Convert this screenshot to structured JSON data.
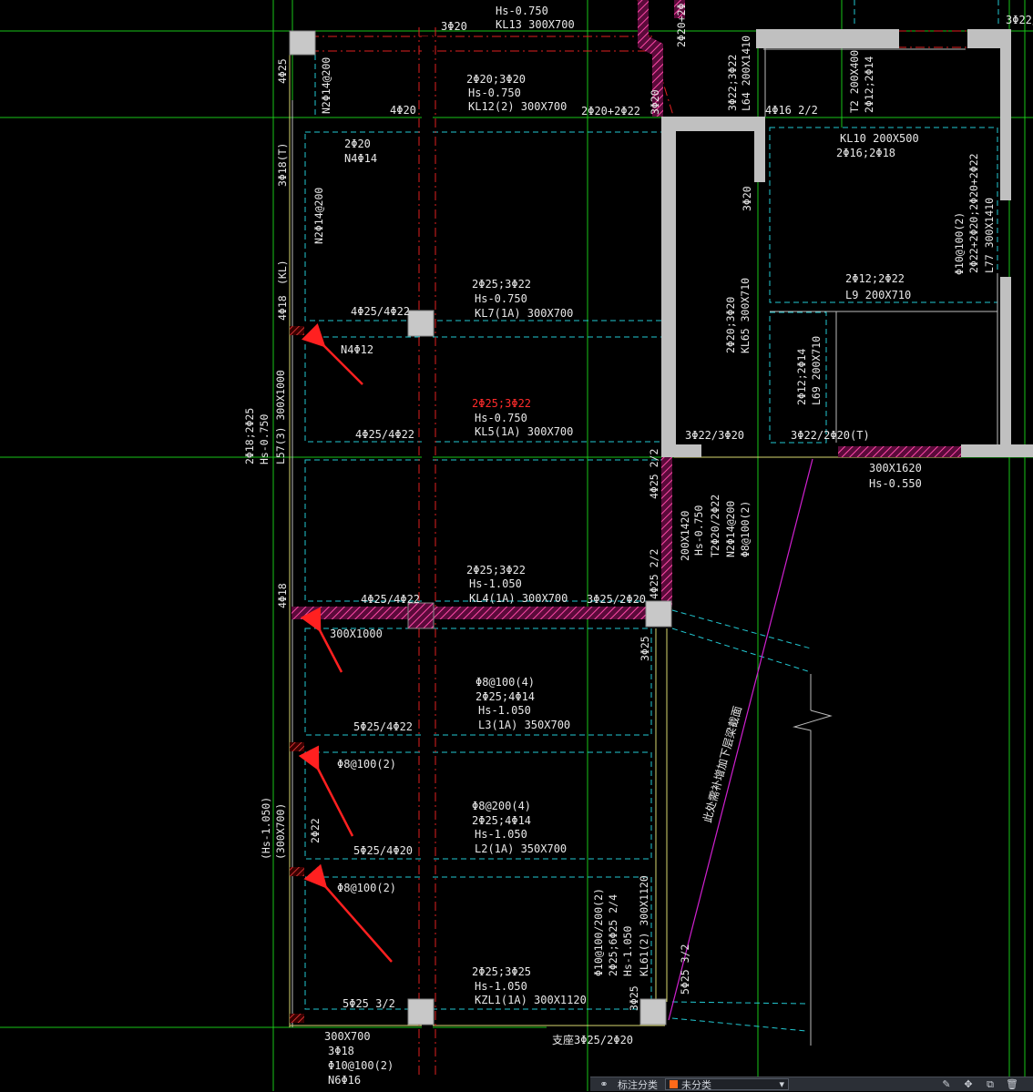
{
  "labels": {
    "top_3phi20": "3Φ20",
    "top_hs": "Hs-0.750",
    "top_kl13": "KL13 300X700",
    "top_right_2phi20": "2Φ20+2Φ",
    "top_right_3phi22": "3Φ22/",
    "left_4phi25": "4Φ25",
    "left_n2": "N2Φ14@200",
    "kl12_a": "2Φ20;3Φ20",
    "kl12_b": "Hs-0.750",
    "kl12_c": "KL12(2) 300X700",
    "kl12_4phi20": "4Φ20",
    "kl12_2phi20": "2Φ20+2Φ22",
    "v_3phi20": "3Φ20",
    "l64_a": "3Φ22;3Φ22",
    "l64_b": "L64 200X1410",
    "l64_4phi16": "4Φ16 2/2",
    "t2_a": "T2 200X400",
    "t2_b": "2Φ12;2Φ14",
    "n4_2phi20": "2Φ20",
    "n4_phi14": "N4Φ14",
    "left_3phi18": "3Φ18(T)",
    "left_n2b": "N2Φ14@200",
    "kl10_a": "KL10 200X500",
    "kl10_b": "2Φ16;2Φ18",
    "v_3phi20b": "3Φ20",
    "l77_a": "Φ10@100(2)",
    "l77_b": "2Φ22+2Φ20;2Φ20+2Φ22",
    "l77_c": "L77 300X1410",
    "left_kl": "(KL)",
    "left_4phi18": "4Φ18",
    "kl7_a": "2Φ25;3Φ22",
    "kl7_b": "Hs-0.750",
    "kl7_c": "KL7(1A) 300X700",
    "kl7_4phi25": "4Φ25/4Φ22",
    "l9_a": "2Φ12;2Φ22",
    "l9_b": "L9 200X710",
    "n4_phi12": "N4Φ12",
    "kl65_a": "2Φ20;3Φ20",
    "kl65_b": "KL65 300X710",
    "l69_a": "2Φ12;2Φ14",
    "l69_b": "L69 200X710",
    "kl5_a": "2Φ25;3Φ22",
    "kl5_b": "Hs-0.750",
    "kl5_c": "KL5(1A) 300X700",
    "kl5_4phi25": "4Φ25/4Φ22",
    "l57_a": "2Φ18;2Φ25",
    "l57_b": "Hs-0.750",
    "l57_c": "L57(3) 300X1000",
    "b_3phi22": "3Φ22/3Φ20",
    "b_3phi22t": "3Φ22/2Φ20(T)",
    "beam_300x1620": "300X1620",
    "beam_hs0550": "Hs-0.550",
    "v_4phi25": "4Φ25 2/2",
    "r_a": "200X1420",
    "r_b": "Hs-0.750",
    "r_c": "T2Φ20/2Φ22",
    "r_d": "N2Φ14@200",
    "r_e": "Φ8@100(2)",
    "kl4_a": "2Φ25;3Φ22",
    "kl4_b": "Hs-1.050",
    "kl4_c": "KL4(1A) 300X700",
    "kl4_4phi25": "4Φ25/4Φ22",
    "kl4_3phi25": "3Φ25/2Φ20",
    "v_4phi25b": "4Φ25 2/2",
    "left_4phi18b": "4Φ18",
    "s300x1000": "300X1000",
    "v_3phi25": "3Φ25",
    "l3_a": "Φ8@100(4)",
    "l3_b": "2Φ25;4Φ14",
    "l3_c": "Hs-1.050",
    "l3_d": "L3(1A) 350X700",
    "l3_5phi25": "5Φ25/4Φ22",
    "phi8_a": "Φ8@100(2)",
    "l2_a": "Φ8@200(4)",
    "l2_b": "2Φ25;4Φ14",
    "l2_c": "Hs-1.050",
    "l2_d": "L2(1A) 350X700",
    "l2_5phi25": "5Φ25/4Φ20",
    "left_hs1050": "(Hs-1.050)",
    "left_300x700": "(300X700)",
    "left_2phi22": "2Φ22",
    "diag_text": "此处需补增加下层梁截面",
    "phi8_b": "Φ8@100(2)",
    "kl61_a": "Φ10@100/200(2)",
    "kl61_b": "2Φ25;6Φ25 2/4",
    "kl61_c": "Hs-1.050",
    "kl61_d": "KL61(2) 300X1120",
    "v_3phi25b": "3Φ25",
    "v_5phi25": "5Φ25 3/2",
    "kzl1_a": "2Φ25;3Φ25",
    "kzl1_b": "Hs-1.050",
    "kzl1_c": "KZL1(1A) 300X1120",
    "kzl1_5phi25": "5Φ25 3/2",
    "bl_a": "300X700",
    "bl_b": "3Φ18",
    "bl_c": "Φ10@100(2)",
    "bl_d": "N6Φ16",
    "bl_e": "支座3Φ25/2Φ20"
  },
  "toolbar": {
    "annotate_label": "标注分类",
    "layer_value": "未分类",
    "icon_link": "link-icon",
    "icon_edit": "edit-icon",
    "icon_move": "move-icon",
    "icon_copy": "copy-icon",
    "icon_delete": "trash-icon"
  },
  "colors": {
    "background": "#000000",
    "grid_green": "#19c519",
    "beam_cyan": "#22c8d2",
    "axis_red": "#e02020",
    "wall_grey": "#c0c0c0",
    "hatch_magenta": "#c0207a",
    "leader_magenta": "#d020d0",
    "beam_yellow": "#d8d870",
    "arrow_red": "#ff2020"
  }
}
